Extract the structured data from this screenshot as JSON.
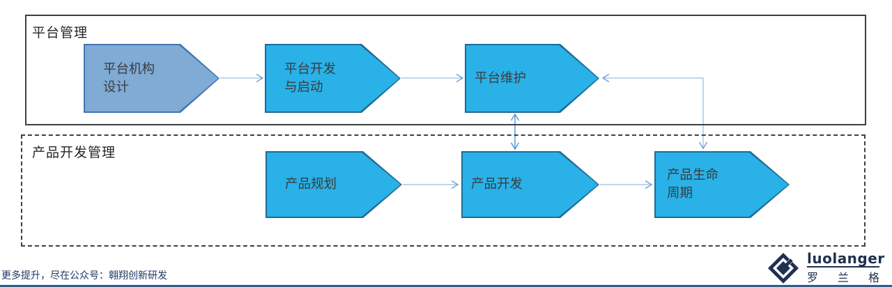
{
  "platform_box": {
    "title": "平台管理",
    "steps": [
      {
        "line1": "平台机构",
        "line2": "设计"
      },
      {
        "line1": "平台开发",
        "line2": "与启动"
      },
      {
        "line1": "平台维护",
        "line2": ""
      }
    ]
  },
  "product_box": {
    "title": "产品开发管理",
    "steps": [
      {
        "line1": "产品规划",
        "line2": ""
      },
      {
        "line1": "产品开发",
        "line2": ""
      },
      {
        "line1": "产品生命",
        "line2": "周期"
      }
    ]
  },
  "footer": {
    "promo_text": "更多提升，尽在公众号：翱翔创新研发",
    "logo_name": "luolanger",
    "logo_cn_1": "罗",
    "logo_cn_2": "兰",
    "logo_cn_3": "格"
  },
  "icons": {
    "logo_mark": "diamond-g-logo-icon",
    "arrows": "open-chevron-arrowheads"
  },
  "colors": {
    "chevron_fill": "#29b1e8",
    "chevron_border": "#1e6b96",
    "first_chevron_fill": "#7fabd5",
    "first_chevron_border": "#4176b4",
    "box_border": "#3f3f3f",
    "connector_line": "#a9c9e8",
    "connector_arrow": "#5b9bd5",
    "promo_text_color": "#1f3864",
    "logo_navy": "#1f3050",
    "bottom_line": "#2f5d8c"
  }
}
